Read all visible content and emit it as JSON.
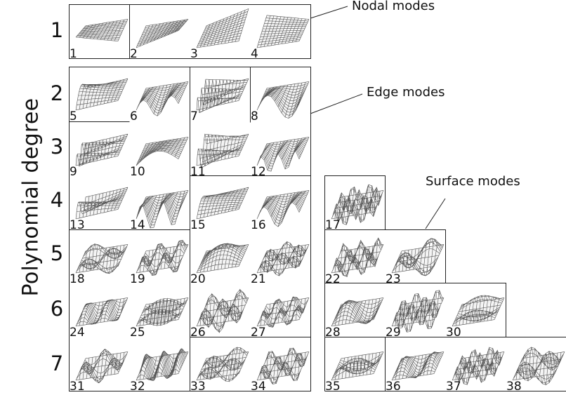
{
  "y_axis_label": "Polynomial degree",
  "degrees": [
    "1",
    "2",
    "3",
    "4",
    "5",
    "6",
    "7"
  ],
  "callouts": {
    "nodal": "Nodal modes",
    "edge": "Edge modes",
    "surface": "Surface modes"
  },
  "modes": [
    {
      "id": "1",
      "group": "nodal",
      "degree": 1
    },
    {
      "id": "2",
      "group": "nodal",
      "degree": 1
    },
    {
      "id": "3",
      "group": "nodal",
      "degree": 1
    },
    {
      "id": "4",
      "group": "nodal",
      "degree": 1
    },
    {
      "id": "5",
      "group": "edge",
      "degree": 2
    },
    {
      "id": "6",
      "group": "edge",
      "degree": 2
    },
    {
      "id": "7",
      "group": "edge",
      "degree": 2
    },
    {
      "id": "8",
      "group": "edge",
      "degree": 2
    },
    {
      "id": "9",
      "group": "edge",
      "degree": 3
    },
    {
      "id": "10",
      "group": "edge",
      "degree": 3
    },
    {
      "id": "11",
      "group": "edge",
      "degree": 3
    },
    {
      "id": "12",
      "group": "edge",
      "degree": 3
    },
    {
      "id": "13",
      "group": "edge",
      "degree": 4
    },
    {
      "id": "14",
      "group": "edge",
      "degree": 4
    },
    {
      "id": "15",
      "group": "edge",
      "degree": 4
    },
    {
      "id": "16",
      "group": "edge",
      "degree": 4
    },
    {
      "id": "17",
      "group": "surface",
      "degree": 4
    },
    {
      "id": "18",
      "group": "edge",
      "degree": 5
    },
    {
      "id": "19",
      "group": "edge",
      "degree": 5
    },
    {
      "id": "20",
      "group": "edge",
      "degree": 5
    },
    {
      "id": "21",
      "group": "edge",
      "degree": 5
    },
    {
      "id": "22",
      "group": "surface",
      "degree": 5
    },
    {
      "id": "23",
      "group": "surface",
      "degree": 5
    },
    {
      "id": "24",
      "group": "edge",
      "degree": 6
    },
    {
      "id": "25",
      "group": "edge",
      "degree": 6
    },
    {
      "id": "26",
      "group": "edge",
      "degree": 6
    },
    {
      "id": "27",
      "group": "edge",
      "degree": 6
    },
    {
      "id": "28",
      "group": "surface",
      "degree": 6
    },
    {
      "id": "29",
      "group": "surface",
      "degree": 6
    },
    {
      "id": "30",
      "group": "surface",
      "degree": 6
    },
    {
      "id": "31",
      "group": "edge",
      "degree": 7
    },
    {
      "id": "32",
      "group": "edge",
      "degree": 7
    },
    {
      "id": "33",
      "group": "edge",
      "degree": 7
    },
    {
      "id": "34",
      "group": "edge",
      "degree": 7
    },
    {
      "id": "35",
      "group": "surface",
      "degree": 7
    },
    {
      "id": "36",
      "group": "surface",
      "degree": 7
    },
    {
      "id": "37",
      "group": "surface",
      "degree": 7
    },
    {
      "id": "38",
      "group": "surface",
      "degree": 7
    }
  ]
}
